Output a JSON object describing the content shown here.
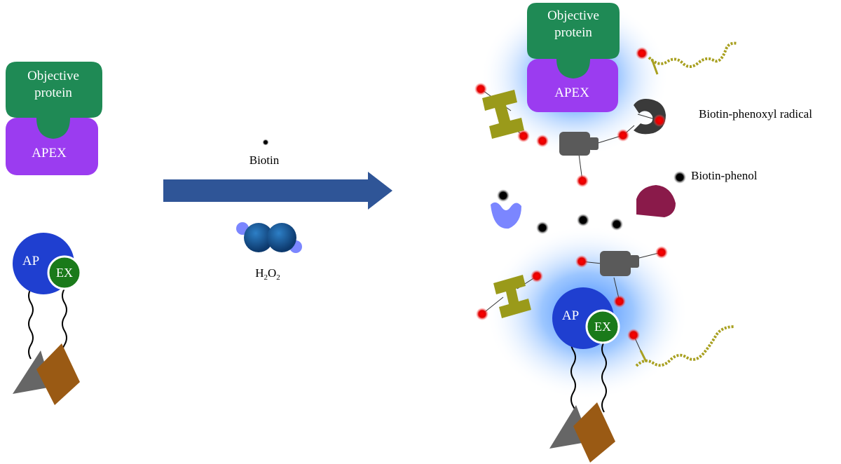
{
  "labels": {
    "objective_protein_line1": "Objective",
    "objective_protein_line2": "protein",
    "apex": "APEX",
    "ap": "AP",
    "ex": "EX",
    "biotin": "Biotin",
    "h2o2_h": "H",
    "h2o2_sub1": "2",
    "h2o2_o": "O",
    "h2o2_sub2": "2",
    "biotin_phenoxyl_radical": "Biotin-phenoxyl radical",
    "biotin_phenol": "Biotin-phenol"
  },
  "colors": {
    "objective_protein": "#1f8a55",
    "apex": "#9b3cf0",
    "ap": "#1f3fd0",
    "ex": "#1a7a1a",
    "arrow": "#2f5597",
    "radical": "#e00000",
    "biotin_phenol": "#000000",
    "glow": "#3f8cff",
    "triangle": "#666666",
    "diamond": "#9a5a14",
    "olive_protein": "#9a9a1a",
    "gray_protein": "#5a5a5a",
    "blue_protein": "#7b86ff",
    "magenta_protein": "#8a1a4a",
    "rna": "#a8a020"
  }
}
